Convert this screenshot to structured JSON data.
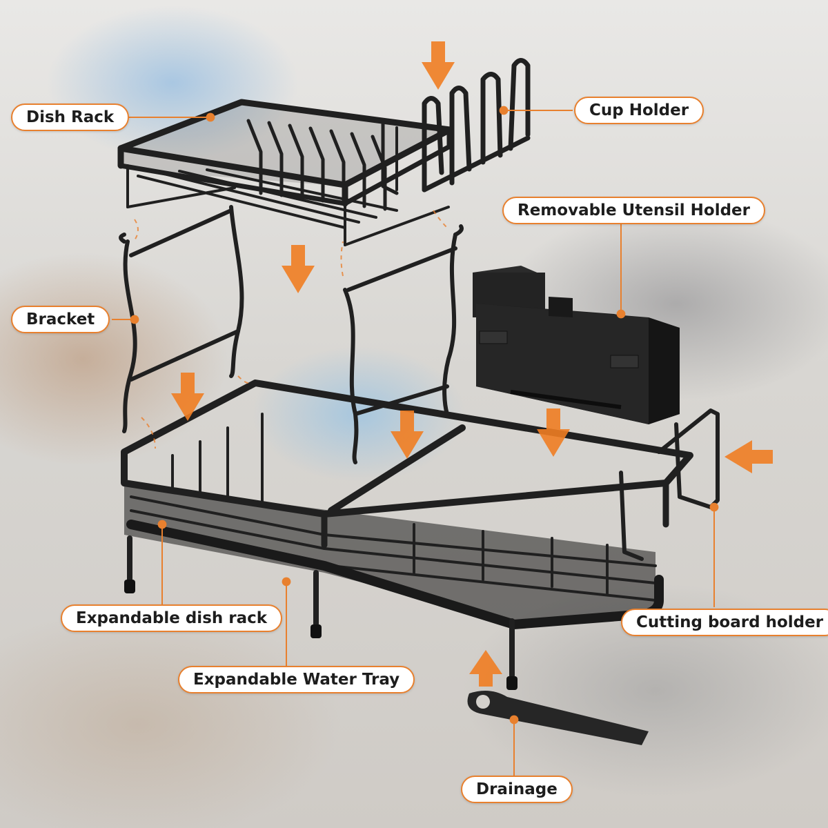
{
  "labels": {
    "dish_rack": "Dish Rack",
    "cup_holder": "Cup Holder",
    "removable_utensil_holder": "Removable Utensil Holder",
    "bracket": "Bracket",
    "expandable_dish_rack": "Expandable dish rack",
    "cutting_board_holder": "Cutting board holder",
    "expandable_water_tray": "Expandable Water Tray",
    "drainage": "Drainage"
  },
  "colors": {
    "accent": "#e8802e",
    "product": "#202020",
    "label_background": "#ffffff",
    "label_text": "#1d1d1d"
  }
}
